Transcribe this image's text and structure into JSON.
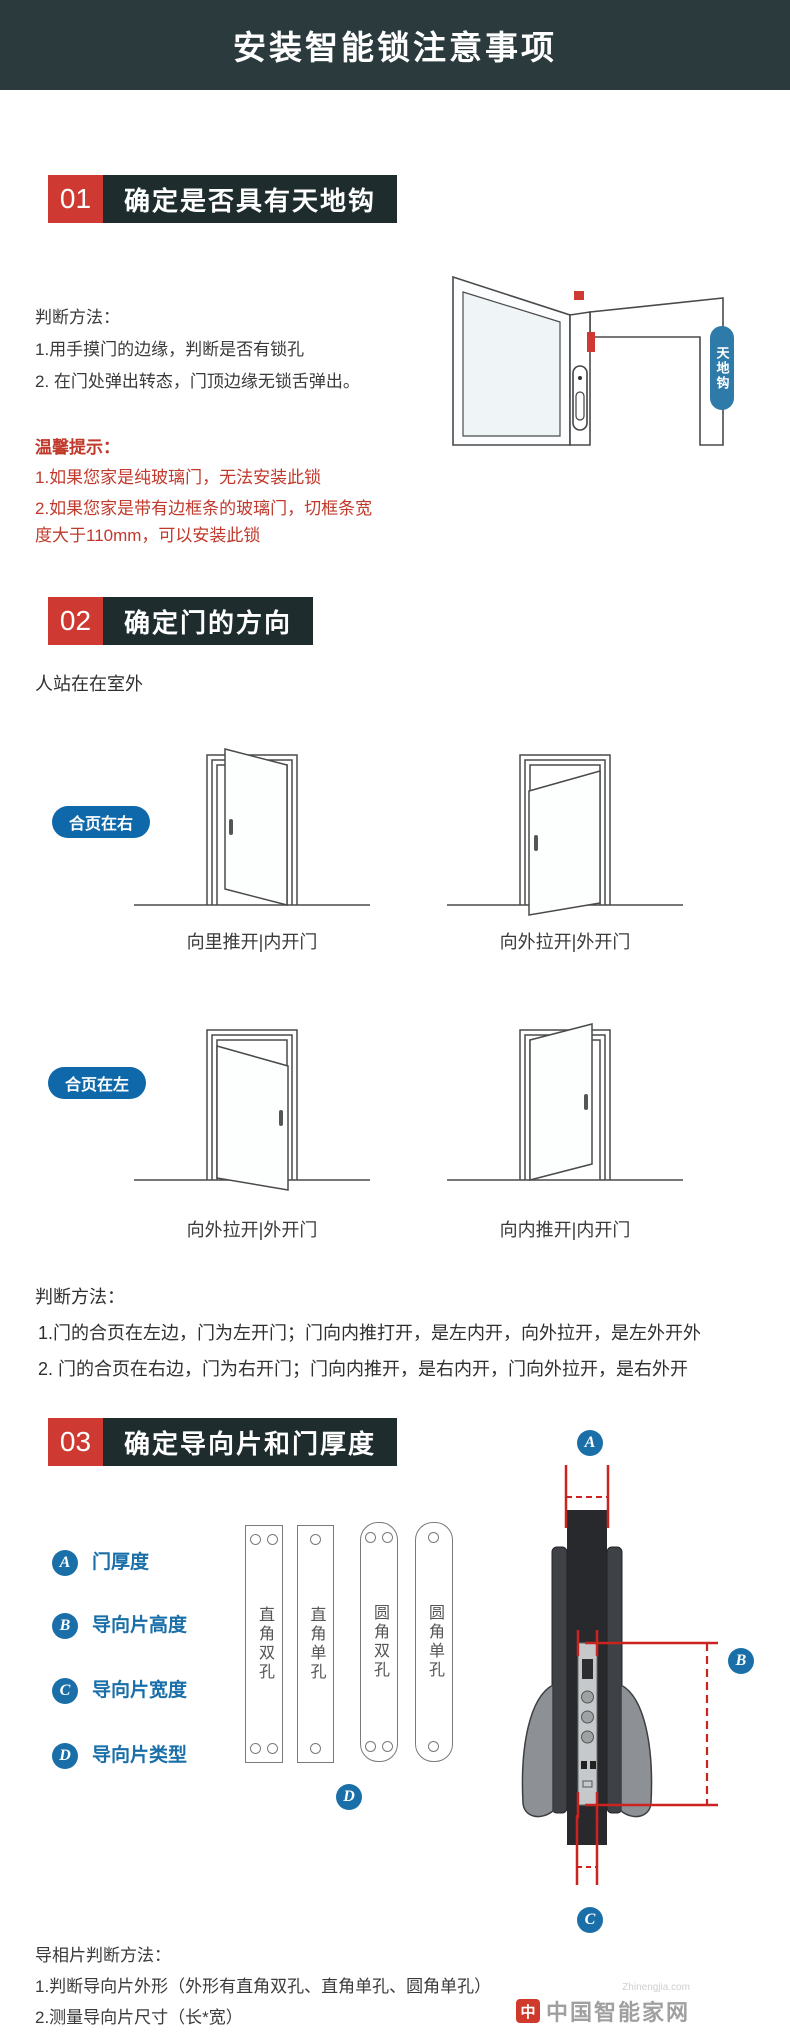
{
  "header": {
    "title": "安装智能锁注意事项"
  },
  "sections": {
    "s1": {
      "num": "01",
      "title": "确定是否具有天地钩",
      "method_title": "判断方法：",
      "method_line1": "1.用手摸门的边缘，判断是否有锁孔",
      "method_line2": "2. 在门处弹出转态，门顶边缘无锁舌弹出。",
      "tips_title": "温馨提示：",
      "tips_line1": "1.如果您家是纯玻璃门，无法安装此锁",
      "tips_line2": "2.如果您家是带有边框条的玻璃门，切框条宽",
      "tips_line3": "度大于110mm，可以安装此锁",
      "hook_label": "天地钩"
    },
    "s2": {
      "num": "02",
      "title": "确定门的方向",
      "intro": "人站在在室外",
      "row1_badge": "合页在右",
      "row1_left_caption": "向里推开|内开门",
      "row1_right_caption": "向外拉开|外开门",
      "row2_badge": "合页在左",
      "row2_left_caption": "向外拉开|外开门",
      "row2_right_caption": "向内推开|内开门",
      "method_title": "判断方法：",
      "method_line1": "1.门的合页在左边，门为左开门；门向内推打开，是左内开，向外拉开，是左外开外",
      "method_line2": "2. 门的合页在右边，门为右开门；门向内推开，是右内开，门向外拉开，是右外开"
    },
    "s3": {
      "num": "03",
      "title": "确定导向片和门厚度",
      "item_a": "门厚度",
      "item_b": "导向片高度",
      "item_c": "导向片宽度",
      "item_d": "导向片类型",
      "marker_a": "A",
      "marker_b": "B",
      "marker_c": "C",
      "marker_d": "D",
      "plate1": "直角双孔",
      "plate2": "直角单孔",
      "plate3": "圆角双孔",
      "plate4": "圆角单孔",
      "method_title": "导相片判断方法：",
      "method_line1": "1.判断导向片外形（外形有直角双孔、直角单孔、圆角单孔）",
      "method_line2": "2.测量导向片尺寸（长*宽）"
    }
  },
  "watermark": {
    "latin": "Zhinengjia.com",
    "cn": "中国智能家网",
    "logo": "中"
  },
  "colors": {
    "header_bg": "#2b3b3d",
    "title_dark": "#1e2c2d",
    "accent_red": "#ce3a32",
    "warn_red": "#c0392b",
    "badge_blue": "#0f68a9",
    "marker_blue": "#1a6fa8",
    "hook_blue": "#2e7ba9",
    "line_gray": "#4a4a4a"
  }
}
